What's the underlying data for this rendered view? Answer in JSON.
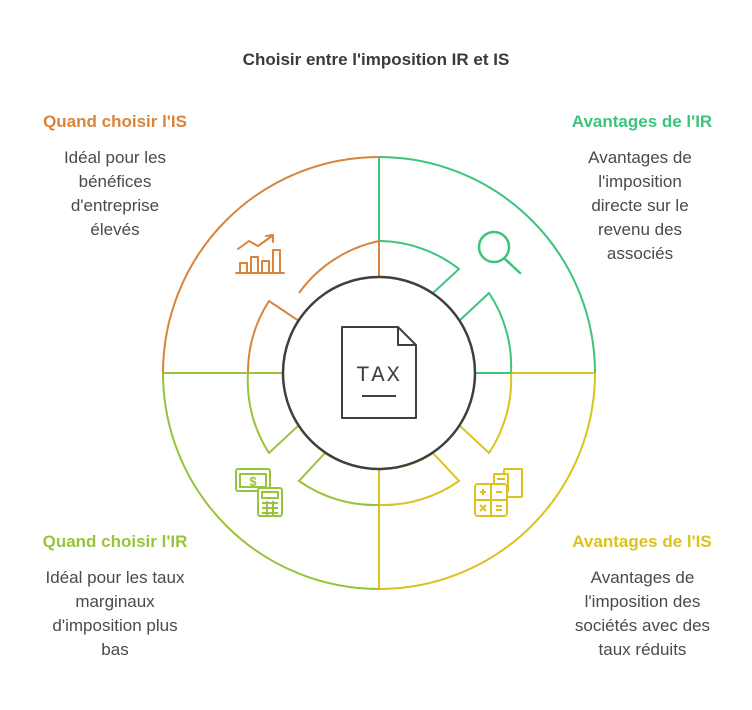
{
  "title": "Choisir entre l'imposition IR et IS",
  "quadrants": [
    {
      "heading": "Quand choisir l'IS",
      "description": [
        "Idéal pour les",
        "bénéfices",
        "d'entreprise",
        "élevés"
      ],
      "color": "#d8843a",
      "icon": "rising-chart-icon"
    },
    {
      "heading": "Avantages de l'IR",
      "description": [
        "Avantages de",
        "l'imposition",
        "directe sur le",
        "revenu des",
        "associés"
      ],
      "color": "#3cc47c",
      "icon": "magnifier-icon"
    },
    {
      "heading": "Quand choisir l'IR",
      "description": [
        "Idéal pour les taux",
        "marginaux",
        "d'imposition plus",
        "bas"
      ],
      "color": "#97c43a",
      "icon": "money-calculator-icon"
    },
    {
      "heading": "Avantages de l'IS",
      "description": [
        "Avantages de",
        "l'imposition des",
        "sociétés avec des",
        "taux réduits"
      ],
      "color": "#dcc31c",
      "icon": "calculator-documents-icon"
    }
  ],
  "center": {
    "label": "TAX",
    "icon": "tax-document-icon"
  }
}
